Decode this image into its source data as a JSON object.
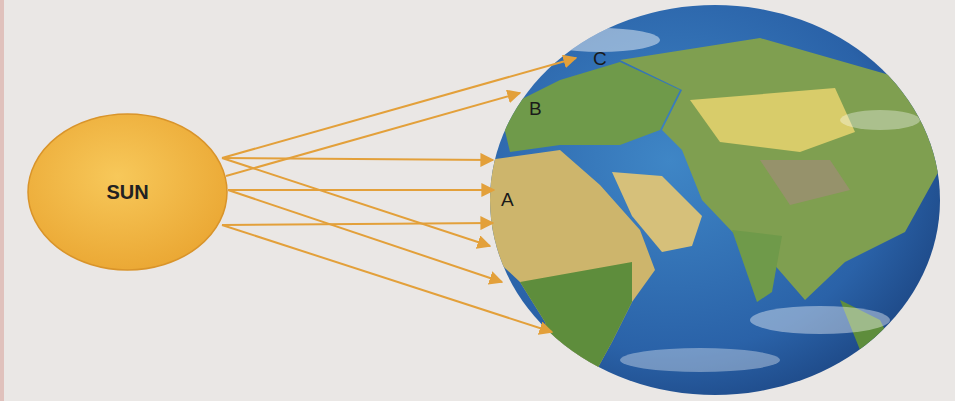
{
  "diagram": {
    "nodes": [
      {
        "text": [
          "SUN"
        ]
      }
    ],
    "labels": [
      "C",
      "B",
      "A"
    ]
  }
}
